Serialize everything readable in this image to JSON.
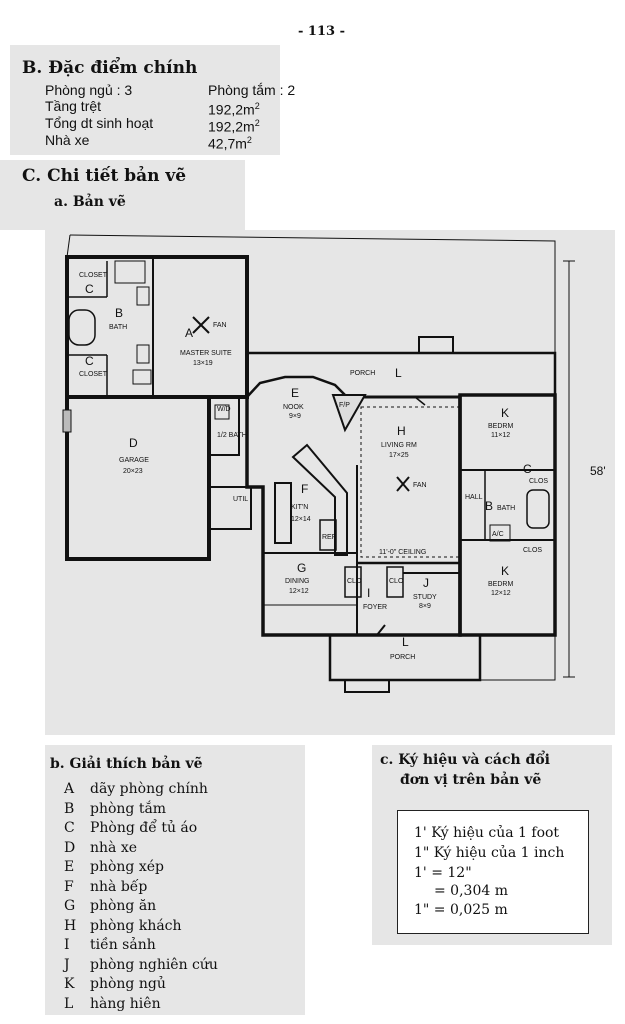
{
  "page_number": "- 113 -",
  "section_b": {
    "title": "B. Đặc điểm chính",
    "specs": [
      {
        "label": "Phòng ngủ : 3",
        "value": "Phòng tắm : 2"
      },
      {
        "label": "Tầng trệt",
        "value": "192,2m",
        "sup": "2"
      },
      {
        "label": "Tổng dt sinh hoạt",
        "value": "192,2m",
        "sup": "2"
      },
      {
        "label": "Nhà xe",
        "value": "42,7m",
        "sup": "2"
      }
    ]
  },
  "section_c": {
    "title": "C. Chi tiết bản vẽ",
    "sub_a": "a. Bản vẽ",
    "sub_b": "b. Giải thích bản vẽ",
    "sub_c_line1": "c. Ký hiệu và cách đổi",
    "sub_c_line2": "đơn vị trên bản vẽ"
  },
  "plan": {
    "depth_label": "58'",
    "rooms": [
      {
        "letter": "A",
        "name": "MASTER SUITE",
        "size": "13×19"
      },
      {
        "letter": "B",
        "name": "BATH"
      },
      {
        "letter": "C",
        "name": "CLOSET"
      },
      {
        "letter": "C",
        "name": "CLOSET"
      },
      {
        "letter": "D",
        "name": "GARAGE",
        "size": "20×23"
      },
      {
        "letter": "E",
        "name": "NOOK",
        "size": "9×9"
      },
      {
        "letter": "F",
        "name": "KIT'N",
        "size": "12×14"
      },
      {
        "letter": "G",
        "name": "DINING",
        "size": "12×12"
      },
      {
        "letter": "H",
        "name": "LIVING RM",
        "size": "17×25"
      },
      {
        "letter": "I",
        "name": "FOYER"
      },
      {
        "letter": "J",
        "name": "STUDY",
        "size": "8×9"
      },
      {
        "letter": "K",
        "name": "BEDRM",
        "size": "11×12"
      },
      {
        "letter": "K",
        "name": "BEDRM",
        "size": "12×12"
      },
      {
        "letter": "L",
        "name": "PORCH"
      },
      {
        "letter": "L",
        "name": "PORCH"
      },
      {
        "letter": "C",
        "name": "CLOS"
      },
      {
        "letter": "B",
        "name": "BATH"
      }
    ],
    "misc": {
      "util": "UTIL",
      "half_bath": "1/2 BATH",
      "ceiling": "11'-0\" CEILING",
      "fan": "FAN",
      "hall": "HALL",
      "clos": "CLOS",
      "clo": "CLO",
      "ref": "REF",
      "wd": "W/D",
      "ac": "A/C",
      "fp": "F/P"
    }
  },
  "legend": [
    {
      "key": "A",
      "text": "dãy phòng chính"
    },
    {
      "key": "B",
      "text": "phòng tắm"
    },
    {
      "key": "C",
      "text": "Phòng để tủ áo"
    },
    {
      "key": "D",
      "text": "nhà xe"
    },
    {
      "key": "E",
      "text": "phòng xép"
    },
    {
      "key": "F",
      "text": "nhà bếp"
    },
    {
      "key": "G",
      "text": "phòng ăn"
    },
    {
      "key": "H",
      "text": "phòng khách"
    },
    {
      "key": "I",
      "text": "tiền sảnh"
    },
    {
      "key": "J",
      "text": "phòng nghiên cứu"
    },
    {
      "key": "K",
      "text": "phòng ngủ"
    },
    {
      "key": "L",
      "text": "hàng hiên"
    }
  ],
  "units": [
    "1' Ký hiệu của 1 foot",
    "1\" Ký hiệu của 1 inch",
    "1'  = 12\"",
    "= 0,304 m",
    "1\"  = 0,025 m"
  ]
}
